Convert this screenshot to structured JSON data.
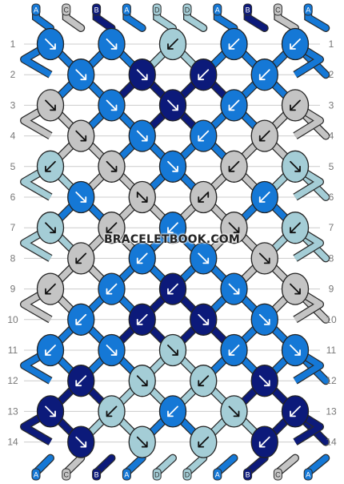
{
  "colors": {
    "A": "#1578d6",
    "B": "#0c1a7a",
    "C": "#c4c4c4",
    "D": "#a4cdd6",
    "bg": "#ffffff",
    "gridline": "#cccccc",
    "row_number": "#777777"
  },
  "top_strings": [
    "A",
    "C",
    "B",
    "A",
    "D",
    "D",
    "A",
    "B",
    "C",
    "A"
  ],
  "bottom_strings": [
    "A",
    "C",
    "B",
    "A",
    "D",
    "D",
    "A",
    "B",
    "C",
    "A"
  ],
  "row_numbers": [
    "1",
    "2",
    "3",
    "4",
    "5",
    "6",
    "7",
    "8",
    "9",
    "10",
    "11",
    "12",
    "13",
    "14"
  ],
  "rows": [
    [
      {
        "c": "A",
        "d": "se"
      },
      {
        "c": "A",
        "d": "se"
      },
      {
        "c": "D",
        "d": "sw"
      },
      {
        "c": "A",
        "d": "sw"
      },
      {
        "c": "A",
        "d": "sw"
      }
    ],
    [
      {
        "c": "A",
        "d": "se"
      },
      {
        "c": "B",
        "d": "se"
      },
      {
        "c": "B",
        "d": "sw"
      },
      {
        "c": "A",
        "d": "sw"
      }
    ],
    [
      {
        "c": "C",
        "d": "se"
      },
      {
        "c": "A",
        "d": "se"
      },
      {
        "c": "B",
        "d": "se"
      },
      {
        "c": "A",
        "d": "sw"
      },
      {
        "c": "C",
        "d": "sw"
      }
    ],
    [
      {
        "c": "C",
        "d": "se"
      },
      {
        "c": "A",
        "d": "se"
      },
      {
        "c": "A",
        "d": "sw"
      },
      {
        "c": "C",
        "d": "sw"
      }
    ],
    [
      {
        "c": "D",
        "d": "sw"
      },
      {
        "c": "C",
        "d": "se"
      },
      {
        "c": "A",
        "d": "se"
      },
      {
        "c": "C",
        "d": "sw"
      },
      {
        "c": "D",
        "d": "se"
      }
    ],
    [
      {
        "c": "A",
        "d": "se"
      },
      {
        "c": "C",
        "d": "se-fwd"
      },
      {
        "c": "C",
        "d": "sw-bwd"
      },
      {
        "c": "A",
        "d": "sw"
      }
    ],
    [
      {
        "c": "D",
        "d": "se"
      },
      {
        "c": "C",
        "d": "sw"
      },
      {
        "c": "A",
        "d": "sw"
      },
      {
        "c": "C",
        "d": "se"
      },
      {
        "c": "D",
        "d": "sw"
      }
    ],
    [
      {
        "c": "C",
        "d": "sw"
      },
      {
        "c": "A",
        "d": "sw"
      },
      {
        "c": "A",
        "d": "se"
      },
      {
        "c": "C",
        "d": "se"
      }
    ],
    [
      {
        "c": "C",
        "d": "sw"
      },
      {
        "c": "A",
        "d": "sw"
      },
      {
        "c": "B",
        "d": "sw"
      },
      {
        "c": "A",
        "d": "se"
      },
      {
        "c": "C",
        "d": "se"
      }
    ],
    [
      {
        "c": "A",
        "d": "sw"
      },
      {
        "c": "B",
        "d": "sw"
      },
      {
        "c": "B",
        "d": "se"
      },
      {
        "c": "A",
        "d": "se"
      }
    ],
    [
      {
        "c": "A",
        "d": "sw"
      },
      {
        "c": "A",
        "d": "se"
      },
      {
        "c": "D",
        "d": "se"
      },
      {
        "c": "A",
        "d": "sw"
      },
      {
        "c": "A",
        "d": "se"
      }
    ],
    [
      {
        "c": "B",
        "d": "sw"
      },
      {
        "c": "D",
        "d": "se"
      },
      {
        "c": "D",
        "d": "sw"
      },
      {
        "c": "B",
        "d": "se"
      }
    ],
    [
      {
        "c": "B",
        "d": "se"
      },
      {
        "c": "D",
        "d": "sw"
      },
      {
        "c": "A",
        "d": "sw"
      },
      {
        "c": "D",
        "d": "se"
      },
      {
        "c": "B",
        "d": "sw"
      }
    ],
    [
      {
        "c": "B",
        "d": "se"
      },
      {
        "c": "D",
        "d": "se"
      },
      {
        "c": "D",
        "d": "sw"
      },
      {
        "c": "B",
        "d": "sw"
      }
    ]
  ],
  "watermark": "BRACELETBOOK.COM"
}
